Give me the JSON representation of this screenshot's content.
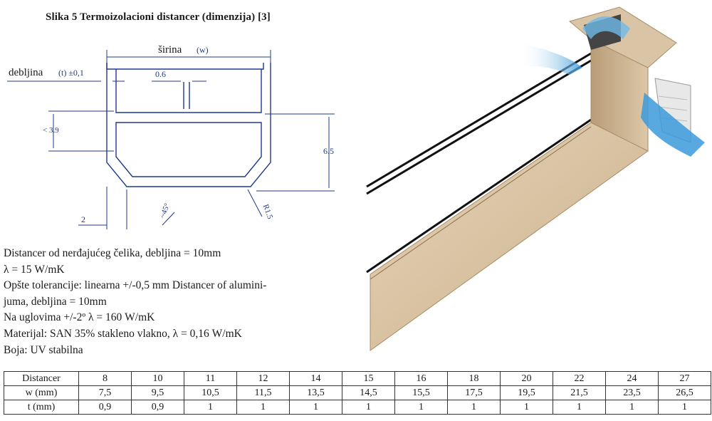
{
  "title": "Slika 5 Termoizolacioni distancer (dimenzija) [3]",
  "drawing": {
    "width_label": "širina",
    "width_symbol": "(w)",
    "thickness_label": "debljina",
    "thickness_note": "(t) ±0,1",
    "dim_06": "0.6",
    "dim_39": "< 3.9",
    "dim_65": "6.5",
    "dim_angle": "~45°",
    "dim_2": "2",
    "dim_radius": "R1.5"
  },
  "description": [
    "Distancer od nerđajućeg čelika, debljina = 10mm",
    "λ = 15 W/mK",
    "Opšte tolerancije: linearna +/-0,5 mm Distancer of alumini-",
    "juma, debljina = 10mm",
    "Na uglovima +/-2º λ = 160 W/mK",
    "Materijal: SAN 35% stakleno vlakno, λ = 0,16 W/mK",
    "Boja: UV stabilna"
  ],
  "table": {
    "rows": [
      {
        "label": "Distancer",
        "values": [
          "8",
          "10",
          "11",
          "12",
          "14",
          "15",
          "16",
          "18",
          "20",
          "22",
          "24",
          "27"
        ]
      },
      {
        "label": "w (mm)",
        "values": [
          "7,5",
          "9,5",
          "10,5",
          "11,5",
          "13,5",
          "14,5",
          "15,5",
          "17,5",
          "19,5",
          "21,5",
          "23,5",
          "26,5"
        ]
      },
      {
        "label": "t (mm)",
        "values": [
          "0,9",
          "0,9",
          "1",
          "1",
          "1",
          "1",
          "1",
          "1",
          "1",
          "1",
          "1",
          "1"
        ]
      }
    ]
  },
  "colors": {
    "drawing_ink": "#1f3a8c",
    "frame_wood": "#d8c3a3",
    "air_flow": "#4aa3df",
    "text": "#1a1a1a"
  }
}
